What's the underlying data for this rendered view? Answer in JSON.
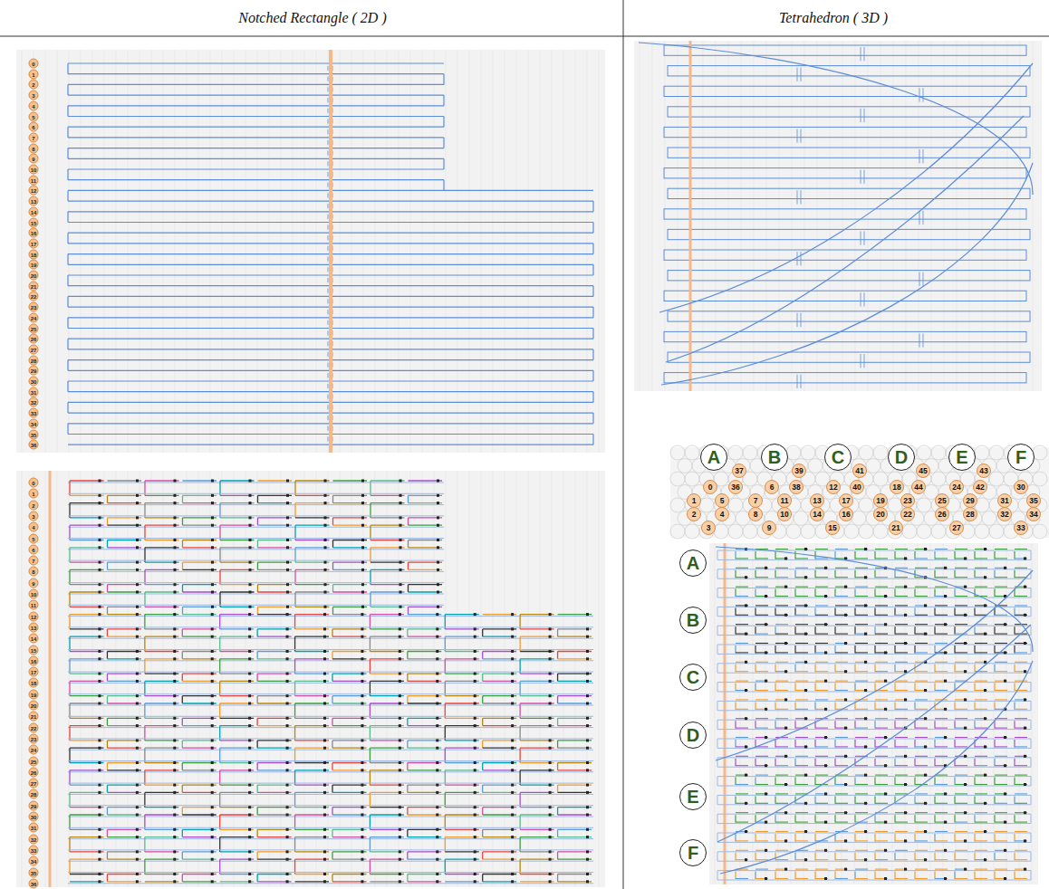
{
  "diagram": {
    "nodes": [
      {
        "text": [
          "A"
        ]
      },
      {
        "text": [
          "B"
        ]
      },
      {
        "text": [
          "C"
        ]
      },
      {
        "text": [
          "D"
        ]
      },
      {
        "text": [
          "E"
        ]
      },
      {
        "text": [
          "F"
        ]
      },
      {
        "text": [
          "A"
        ]
      },
      {
        "text": [
          "B"
        ]
      },
      {
        "text": [
          "C"
        ]
      },
      {
        "text": [
          "D"
        ]
      },
      {
        "text": [
          "E"
        ]
      },
      {
        "text": [
          "F"
        ]
      }
    ],
    "labels": [
      "Notched Rectangle ( 2D )",
      "Tetrahedron ( 3D )",
      "0",
      "1",
      "2",
      "3",
      "4",
      "5",
      "6",
      "7",
      "8",
      "9",
      "10",
      "11",
      "12",
      "13",
      "14",
      "15",
      "16",
      "17",
      "18",
      "19",
      "20",
      "21",
      "22",
      "23",
      "24",
      "25",
      "26",
      "27",
      "28",
      "29",
      "30",
      "31",
      "32",
      "33",
      "34",
      "35",
      "36",
      "0",
      "1",
      "2",
      "3",
      "4",
      "5",
      "6",
      "7",
      "8",
      "9",
      "10",
      "11",
      "12",
      "13",
      "14",
      "15",
      "16",
      "17",
      "18",
      "19",
      "20",
      "21",
      "22",
      "23",
      "24",
      "25",
      "26",
      "27",
      "28",
      "29",
      "30",
      "31",
      "32",
      "33",
      "34",
      "35",
      "36",
      "37",
      "39",
      "41",
      "45",
      "43",
      "0",
      "36",
      "6",
      "38",
      "12",
      "40",
      "18",
      "44",
      "24",
      "42",
      "30",
      "1",
      "5",
      "7",
      "11",
      "13",
      "17",
      "19",
      "23",
      "25",
      "29",
      "31",
      "35",
      "2",
      "4",
      "8",
      "10",
      "14",
      "16",
      "20",
      "22",
      "26",
      "28",
      "32",
      "34",
      "3",
      "9",
      "15",
      "21",
      "27",
      "33"
    ]
  }
}
